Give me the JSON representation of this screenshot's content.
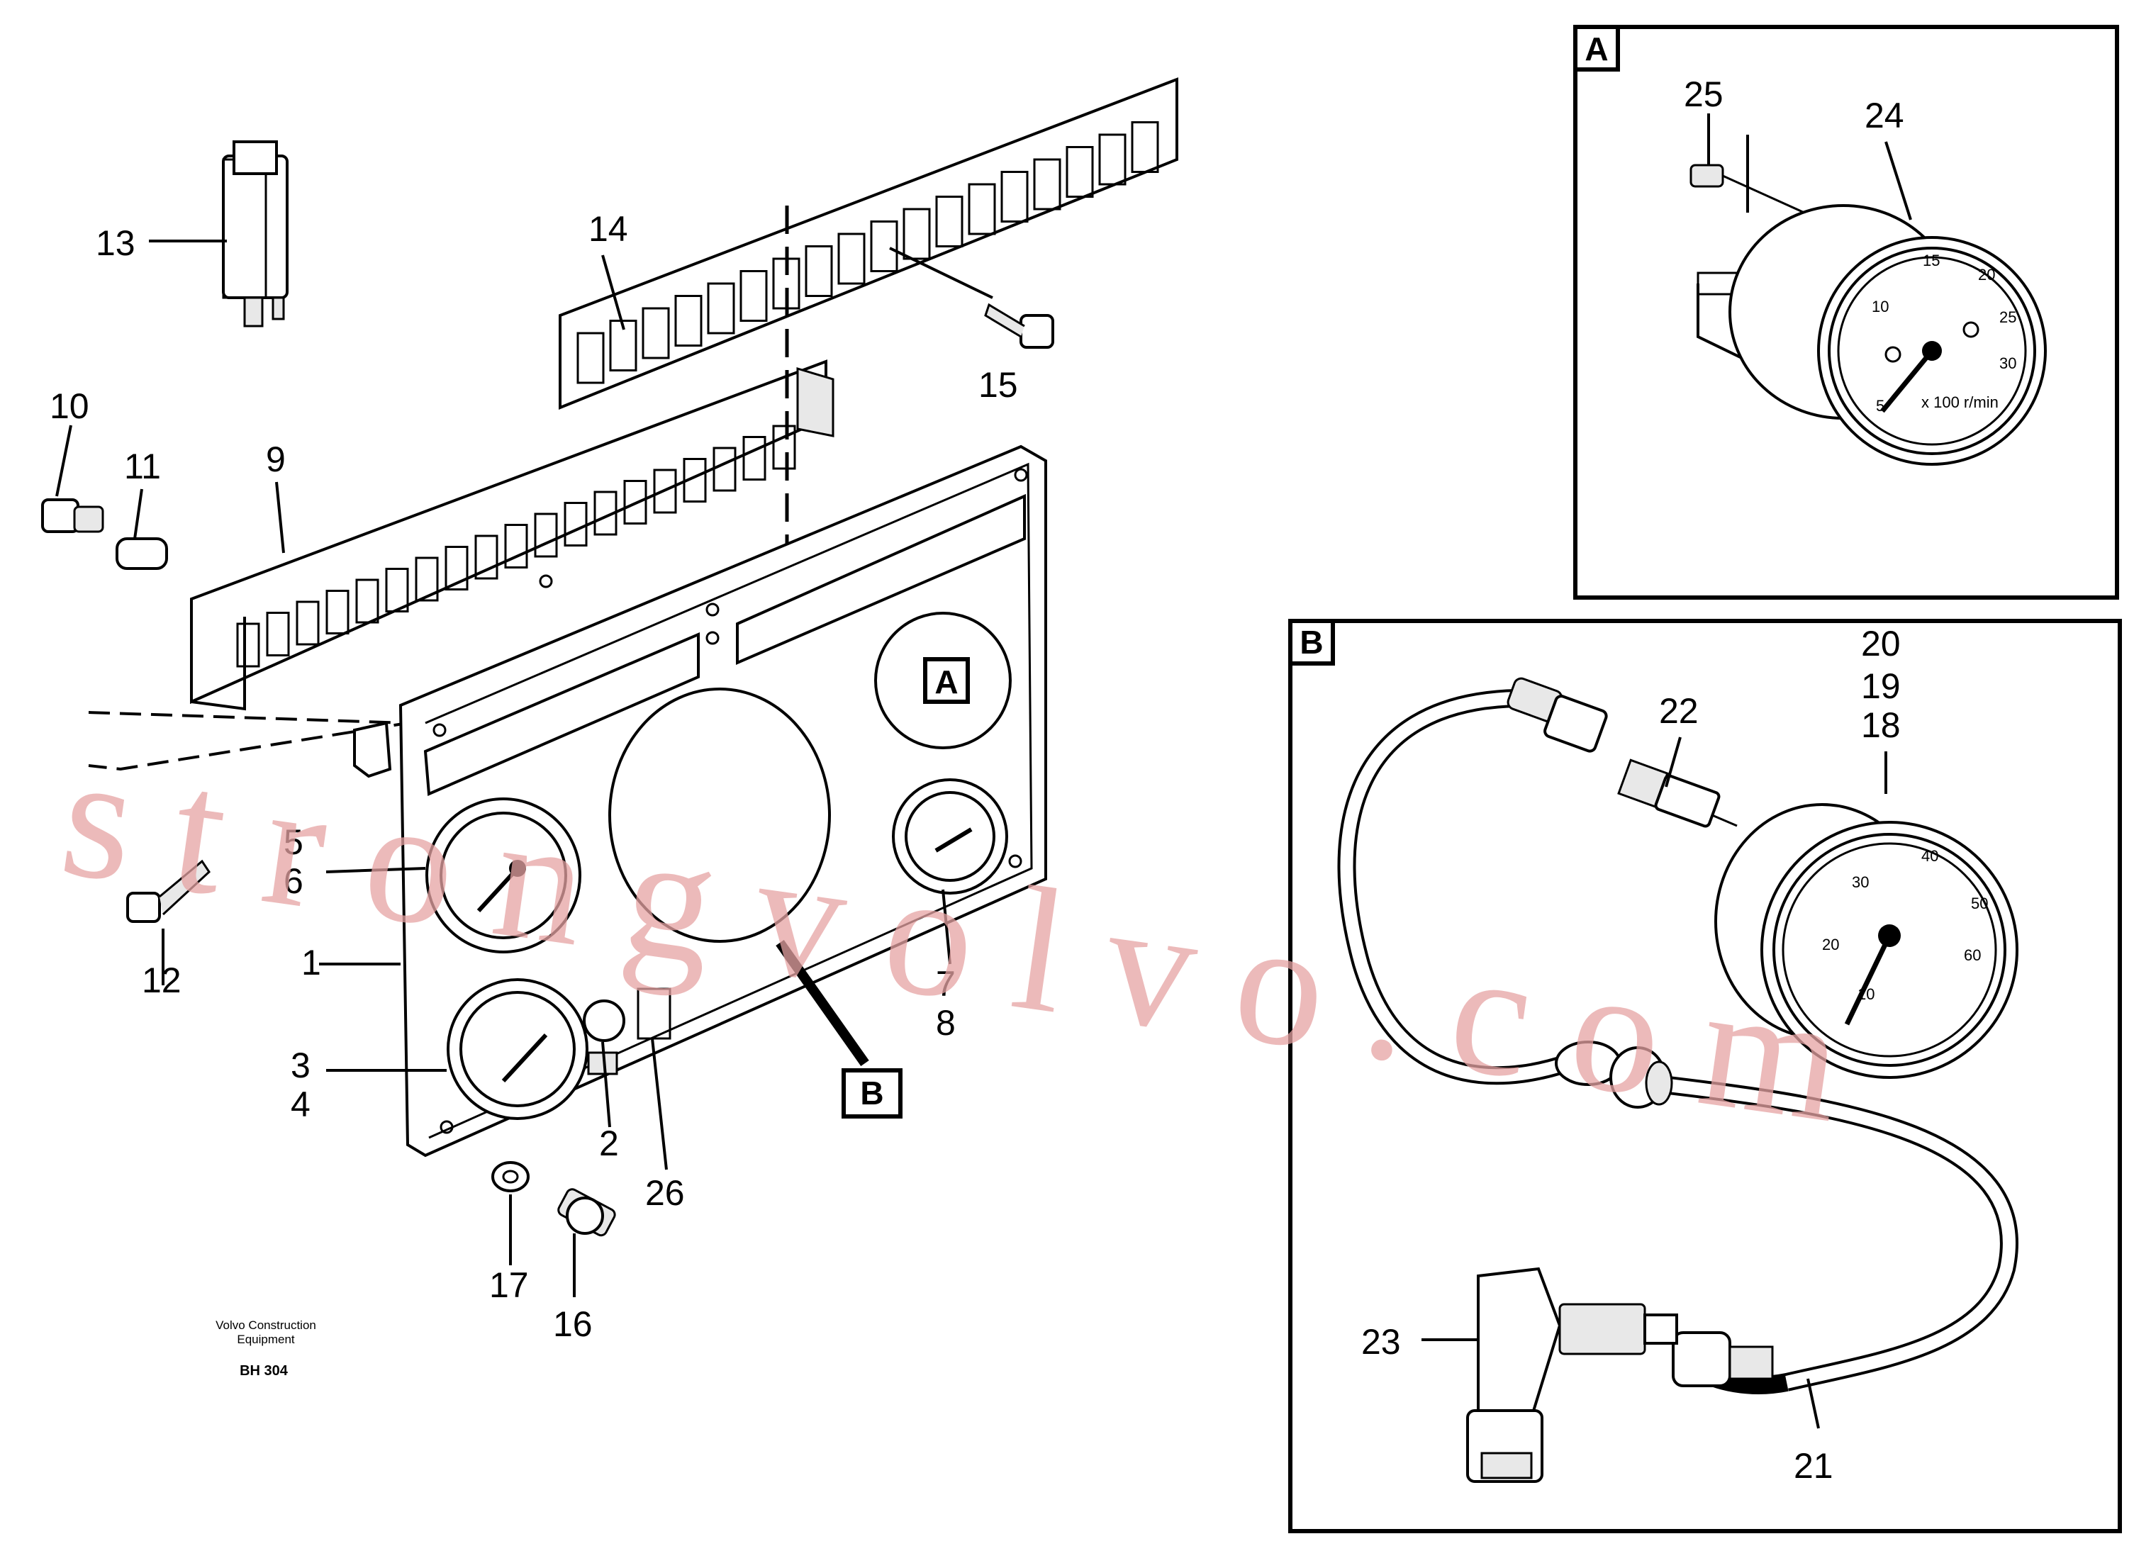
{
  "diagram": {
    "part_numbers": [
      "1",
      "2",
      "3",
      "4",
      "5",
      "6",
      "7",
      "8",
      "9",
      "10",
      "11",
      "12",
      "13",
      "14",
      "15",
      "16",
      "17",
      "18",
      "19",
      "20",
      "21",
      "22",
      "23",
      "24",
      "25",
      "26"
    ],
    "callouts": {
      "a": "A",
      "b": "B"
    },
    "footer": {
      "line1": "Volvo Construction",
      "line2": "Equipment",
      "code": "BH 304"
    },
    "watermark": "strongvolvo.com",
    "gauge_b_scale": [
      "10",
      "20",
      "30",
      "40",
      "50",
      "60"
    ],
    "gauge_a_scale": [
      "5",
      "10",
      "15",
      "20",
      "25",
      "30"
    ],
    "gauge_a_unit": "x 100 r/min"
  }
}
